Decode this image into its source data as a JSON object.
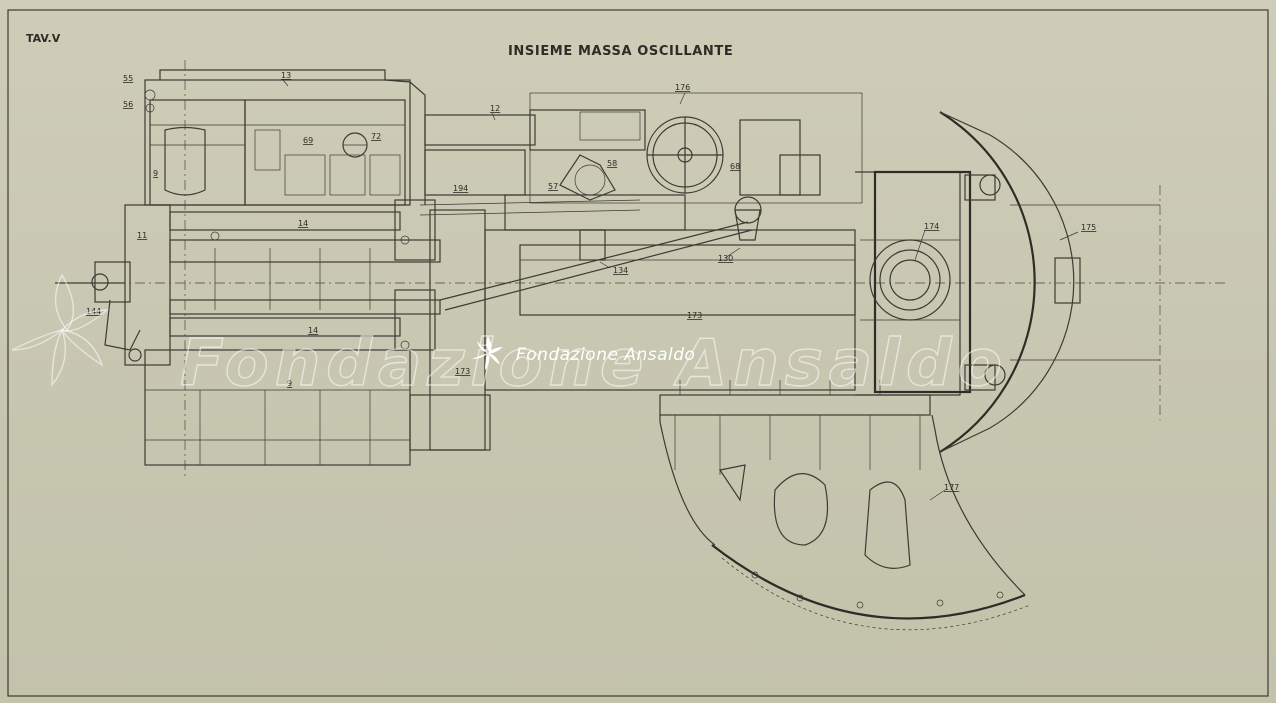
{
  "sheet": {
    "plate_label": "TAV.V",
    "title": "INSIEME  MASSA  OSCILLANTE"
  },
  "part_labels": {
    "p13": "13",
    "p55": "55",
    "p56": "56",
    "p9a": "9",
    "p9b": "9",
    "p11": "11",
    "p69": "69",
    "p72": "72",
    "p12": "12",
    "p176": "176",
    "p58": "58",
    "p57": "57",
    "p194": "194",
    "p68": "68",
    "p14a": "14",
    "p14b": "14",
    "p130": "130",
    "p134": "134",
    "p144": "144",
    "p173a": "173",
    "p173b": "173",
    "p174": "174",
    "p175": "175",
    "p177": "177"
  },
  "watermark": {
    "text": "Fondazione Ansaldo",
    "icon": "ansaldo-star-logo"
  },
  "colors": {
    "paper": "#c9c8b2",
    "ink": "#3d3b33",
    "watermark": "#ffffff"
  }
}
